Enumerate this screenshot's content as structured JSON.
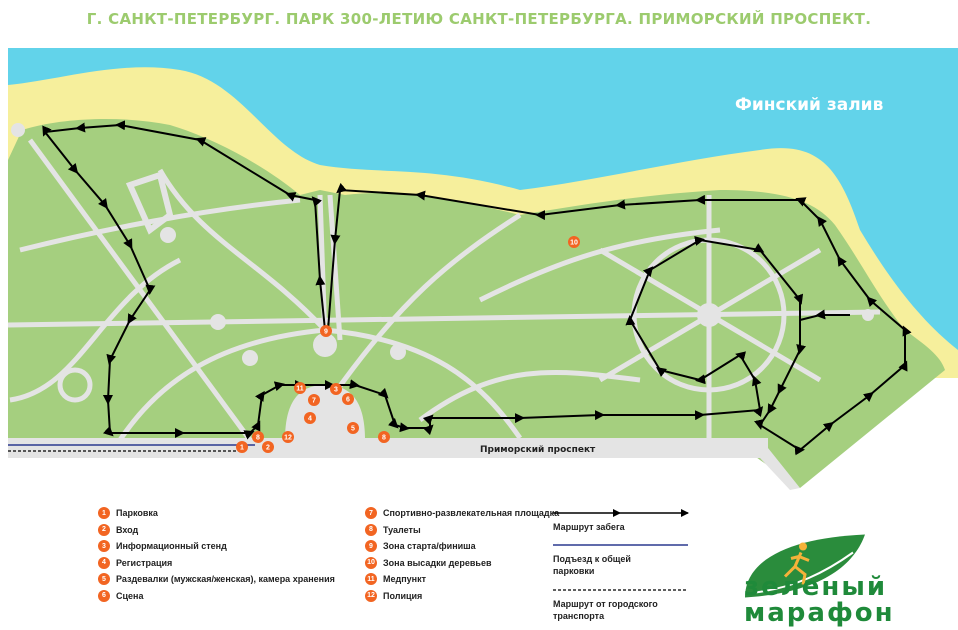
{
  "title": "Г. САНКТ-ПЕТЕРБУРГ. ПАРК 300-ЛЕТИЮ САНКТ-ПЕТЕРБУРГА. ПРИМОРСКИЙ ПРОСПЕКТ.",
  "map": {
    "sea_label": "Финский залив",
    "street_label": "Приморский проспект",
    "colors": {
      "park": "#a5cf7f",
      "paths": "#e4e4e4",
      "sea": "#62d3ea",
      "sand": "#f6ef9c",
      "marker": "#f26522",
      "route": "#000000",
      "parking_road": "#2b3a8f"
    },
    "markers": [
      "1",
      "2",
      "3",
      "4",
      "5",
      "6",
      "7",
      "8",
      "8",
      "9",
      "10",
      "11",
      "12"
    ]
  },
  "legend": {
    "points": [
      {
        "num": "1",
        "label": "Парковка"
      },
      {
        "num": "2",
        "label": "Вход"
      },
      {
        "num": "3",
        "label": "Информационный стенд"
      },
      {
        "num": "4",
        "label": "Регистрация"
      },
      {
        "num": "5",
        "label": "Раздевалки (мужская/женская), камера хранения"
      },
      {
        "num": "6",
        "label": "Сцена"
      },
      {
        "num": "7",
        "label": "Спортивно-развлекательная площадка"
      },
      {
        "num": "8",
        "label": "Туалеты"
      },
      {
        "num": "9",
        "label": "Зона старта/финиша"
      },
      {
        "num": "10",
        "label": "Зона высадки деревьев"
      },
      {
        "num": "11",
        "label": "Медпункт"
      },
      {
        "num": "12",
        "label": "Полиция"
      }
    ],
    "routes": [
      {
        "label": "Маршрут забега"
      },
      {
        "label": "Подъезд к общей парковки"
      },
      {
        "label": "Маршрут от городского транспорта"
      }
    ]
  },
  "logo": {
    "line1": "зеленый",
    "line2": "марафон"
  }
}
